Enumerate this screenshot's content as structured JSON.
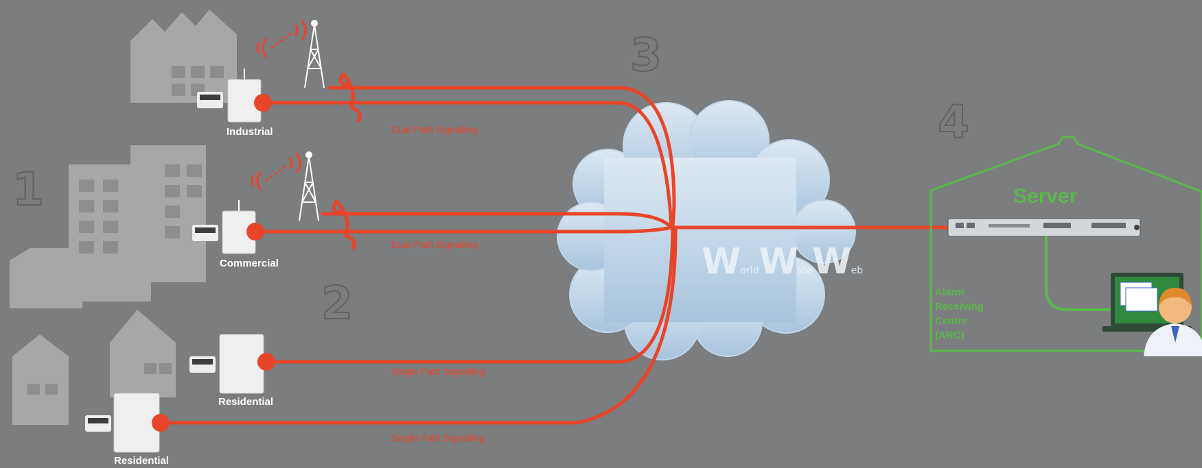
{
  "numbers": {
    "n1": "1",
    "n2": "2",
    "n3": "3",
    "n4": "4"
  },
  "sites": {
    "industrial": "Industrial",
    "commercial": "Commercial",
    "residential_upper": "Residential",
    "residential_lower": "Residential"
  },
  "paths": {
    "industrial": "Dual Path Signalling",
    "commercial": "Dual Path Signalling",
    "residential_upper": "Single Path Signalling",
    "residential_lower": "Single Path Signalling"
  },
  "cloud": {
    "w1": "W",
    "s1": "orld",
    "w2": "W",
    "s2": "ide",
    "w3": "W",
    "s3": "eb"
  },
  "server": {
    "title": "Server",
    "arc": "Alarm\nReceiving\nCentre\n(ARC)"
  },
  "colors": {
    "background": "#7c7d7f",
    "signal_line": "#e8452a",
    "arc_green": "#5ab94a",
    "cloud": "#c9dced"
  }
}
